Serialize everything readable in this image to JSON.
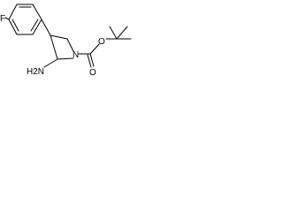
{
  "structure": {
    "atom_labels": {
      "fluorine": "F",
      "amine": "H2N",
      "ring_nitrogen": "N",
      "carbonyl_oxygen": "O",
      "ester_oxygen": "O"
    },
    "colors": {
      "background": "#ffffff",
      "ink": "#000000"
    }
  }
}
